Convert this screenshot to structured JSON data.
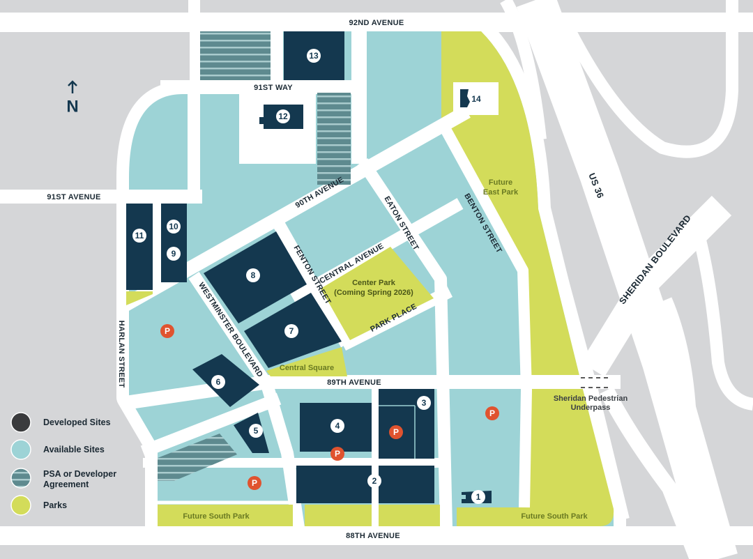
{
  "colors": {
    "background": "#d5d6d8",
    "developed": "#14384f",
    "available": "#9dd3d6",
    "psa": "#5e8a8f",
    "parks": "#d3dc5a",
    "parking": "#e0532f"
  },
  "north_label": "N",
  "streets": {
    "ave92": "92ND AVENUE",
    "way91": "91ST WAY",
    "ave91": "91ST AVENUE",
    "ave90": "90TH AVENUE",
    "central": "CENTRAL AVENUE",
    "park_place": "PARK PLACE",
    "ave89": "89TH AVENUE",
    "ave88": "88TH AVENUE",
    "harlan": "HARLAN STREET",
    "westminster": "WESTMINSTER BOULEVARD",
    "fenton": "FENTON STREET",
    "eaton": "EATON STREET",
    "benton": "BENTON STREET",
    "us36": "US 36",
    "sheridan": "SHERIDAN BOULEVARD"
  },
  "parks": {
    "east_1": "Future",
    "east_2": "East Park",
    "center_1": "Center Park",
    "center_2": "(Coming Spring 2026)",
    "central_square": "Central Square",
    "south_west": "Future South Park",
    "south_east": "Future South Park"
  },
  "underpass": {
    "line1": "Sheridan Pedestrian",
    "line2": "Underpass"
  },
  "sites": [
    "1",
    "2",
    "3",
    "4",
    "5",
    "6",
    "7",
    "8",
    "9",
    "10",
    "11",
    "12",
    "13",
    "14"
  ],
  "parking_label": "P",
  "legend": [
    {
      "label": "Developed Sites"
    },
    {
      "label": "Available Sites"
    },
    {
      "label_1": "PSA or Developer",
      "label_2": "Agreement"
    },
    {
      "label": "Parks"
    }
  ]
}
